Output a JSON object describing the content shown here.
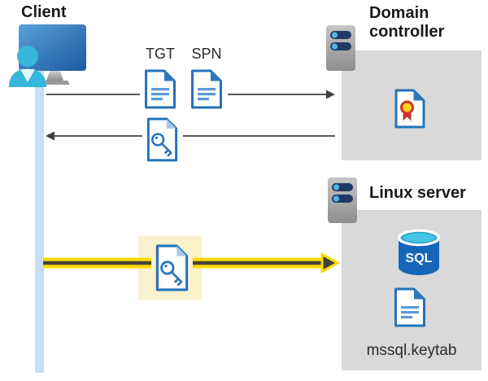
{
  "client": {
    "label": "Client"
  },
  "tickets": {
    "tgt_label": "TGT",
    "spn_label": "SPN"
  },
  "domain_controller": {
    "label": "Domain controller"
  },
  "linux_server": {
    "label": "Linux server",
    "sql_label": "SQL",
    "keytab_label": "mssql.keytab"
  },
  "colors": {
    "doc_border_blue": "#2473ba",
    "doc_fold_blue": "#2e79bd",
    "doc_line_blue": "#5b9bd5",
    "key_fold_light_blue": "#aac9e9",
    "arrow_gray": "#404040",
    "box_gray": "#d9d9d9",
    "timeline_blue": "#c5ddf8",
    "highlight_yellow": "#ffd800",
    "highlight_bg": "#faf2cd",
    "arrow_core_dark": "#45453a",
    "server_pill_navy": "#203a66",
    "server_dot_blue": "#54b4e4",
    "sql_body_blue": "#1565b8",
    "sql_top_cyan": "#45c6e3",
    "cert_seal_yellow": "#ffd21e",
    "cert_ribbon_red": "#c9302a",
    "person_cyan": "#35b8dc",
    "label_dark": "#1a1a1a"
  }
}
